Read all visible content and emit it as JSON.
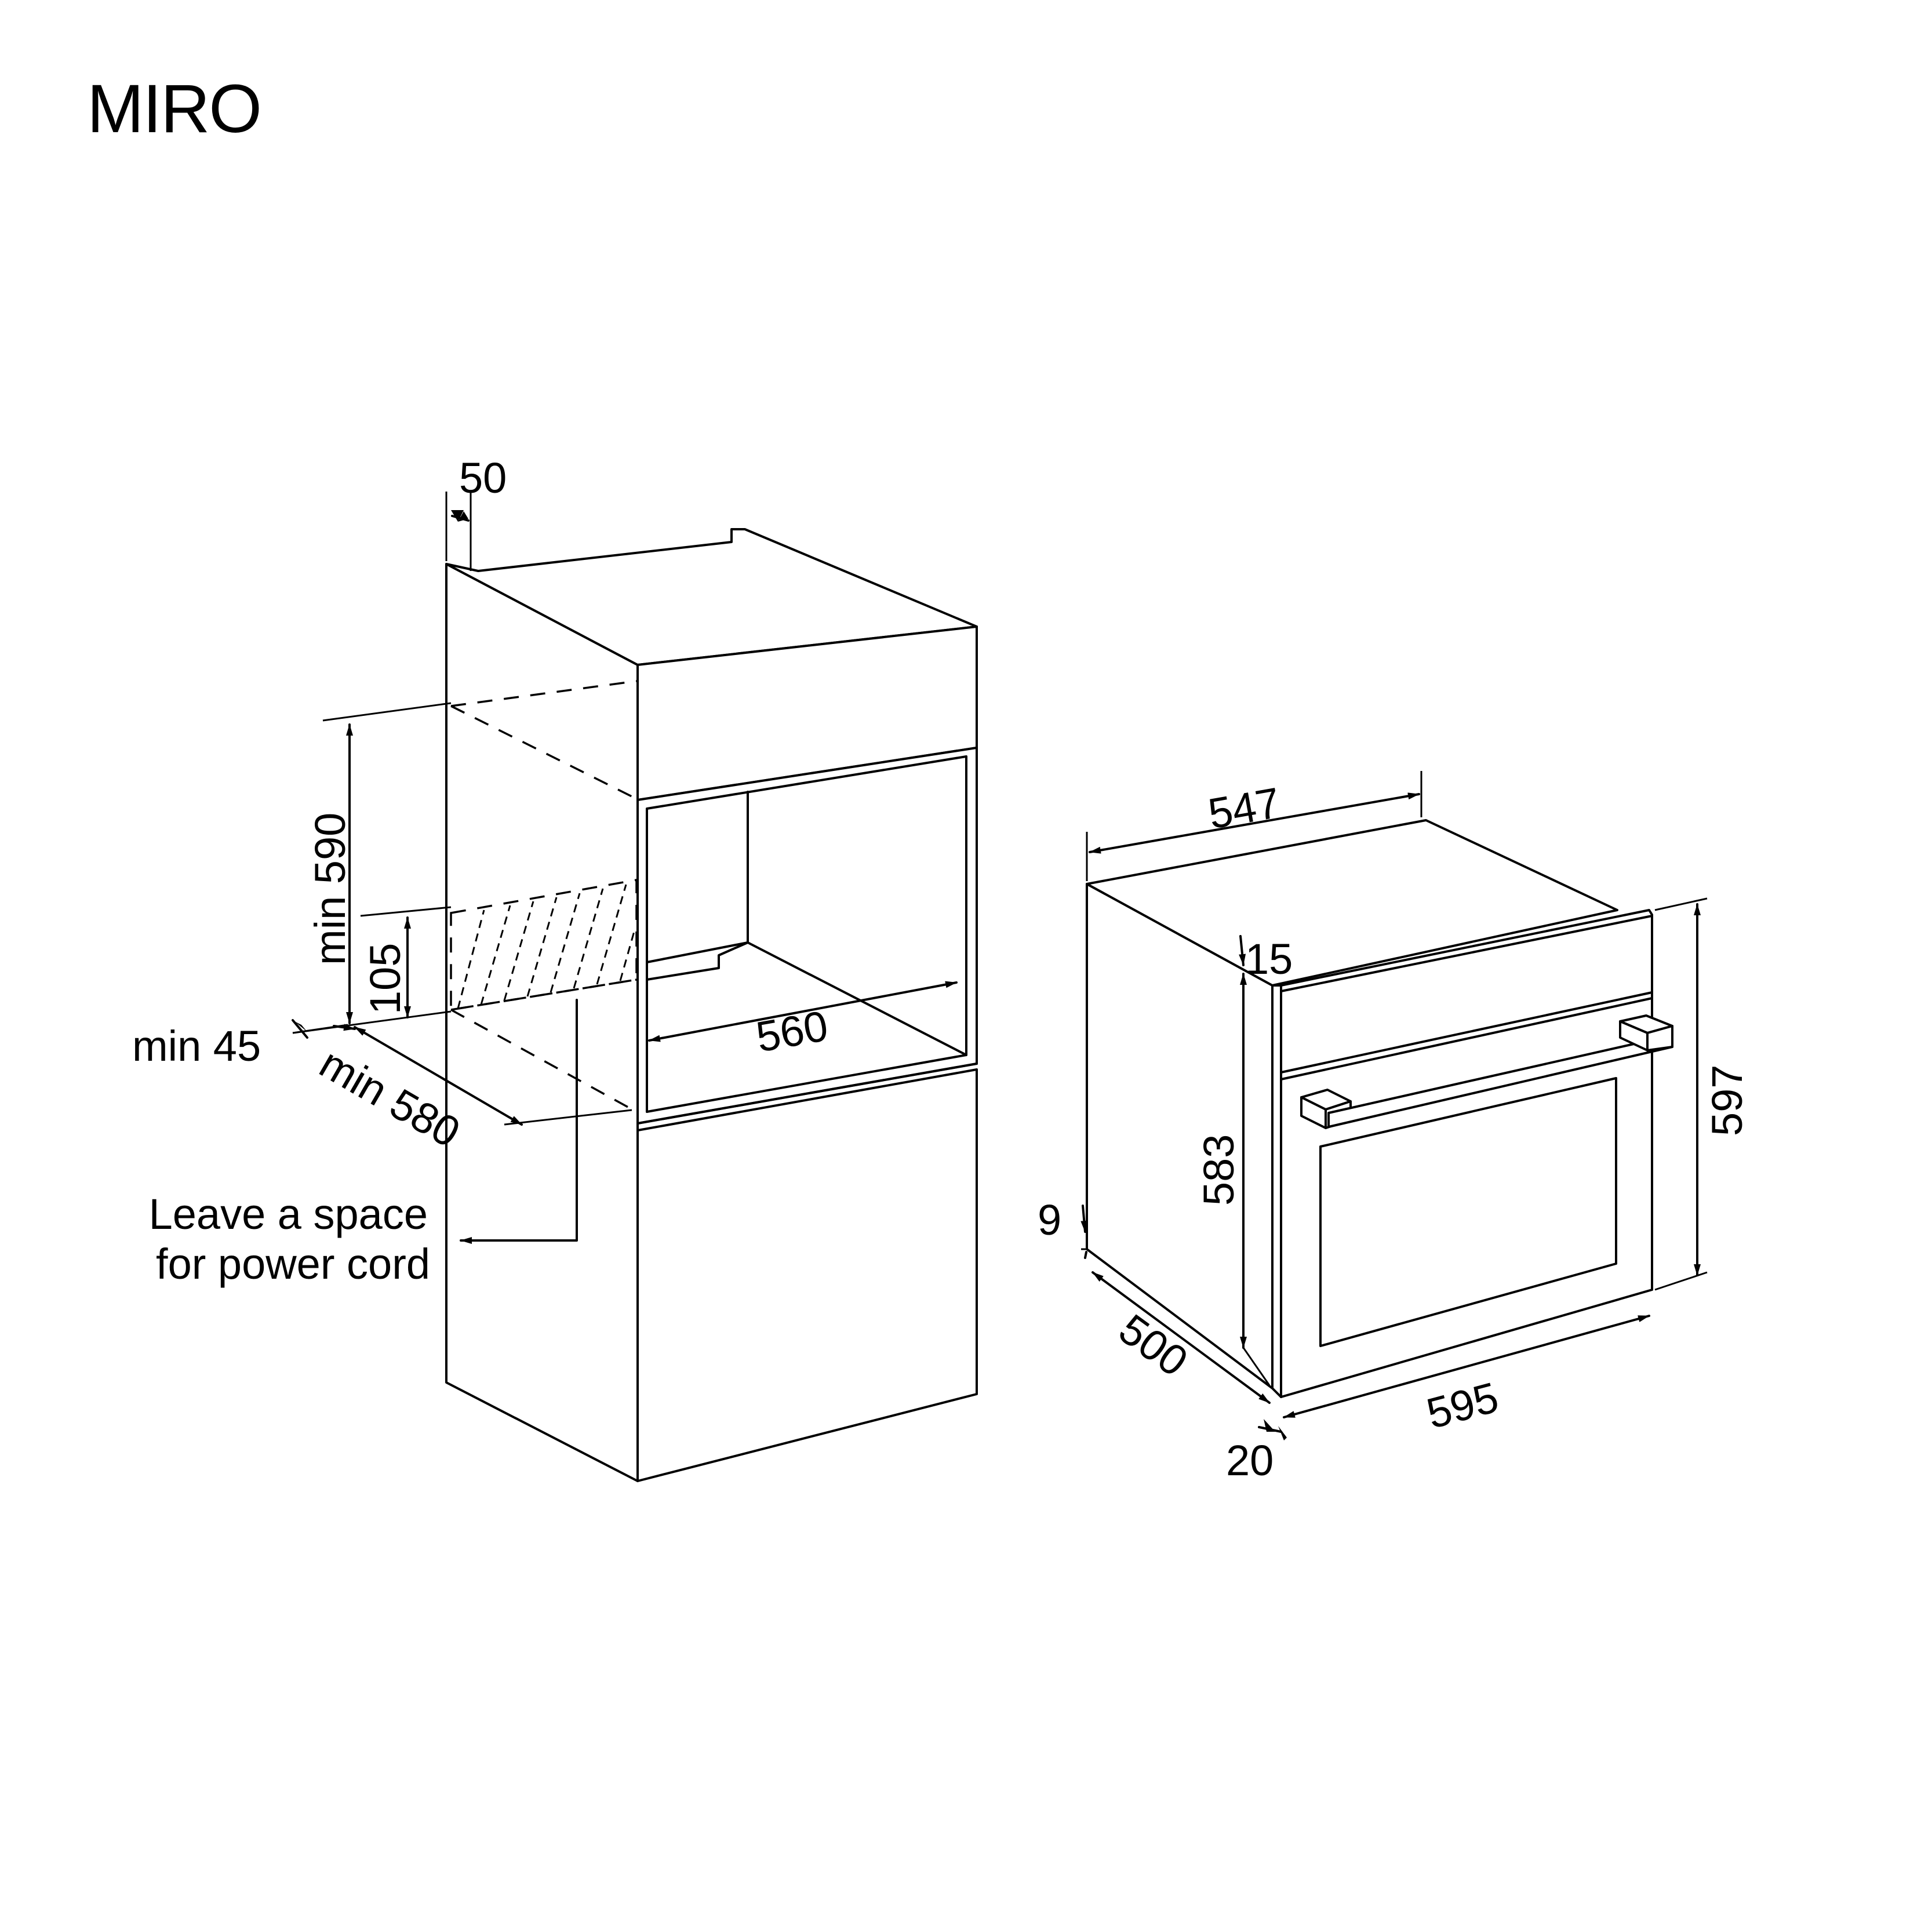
{
  "title": "MIRO",
  "cabinet_labels": {
    "top_gap": "50",
    "niche_height": "min 590",
    "vent_height": "105",
    "niche_width": "560",
    "front_gap": "min 45",
    "niche_depth": "min 580",
    "power_cord_line1": "Leave a space",
    "power_cord_line2": "for power cord"
  },
  "oven_labels": {
    "body_width": "547",
    "panel_offset": "15",
    "body_height": "583",
    "front_height": "597",
    "bottom_offset": "9",
    "body_depth": "500",
    "front_thickness": "20",
    "front_width": "595"
  }
}
